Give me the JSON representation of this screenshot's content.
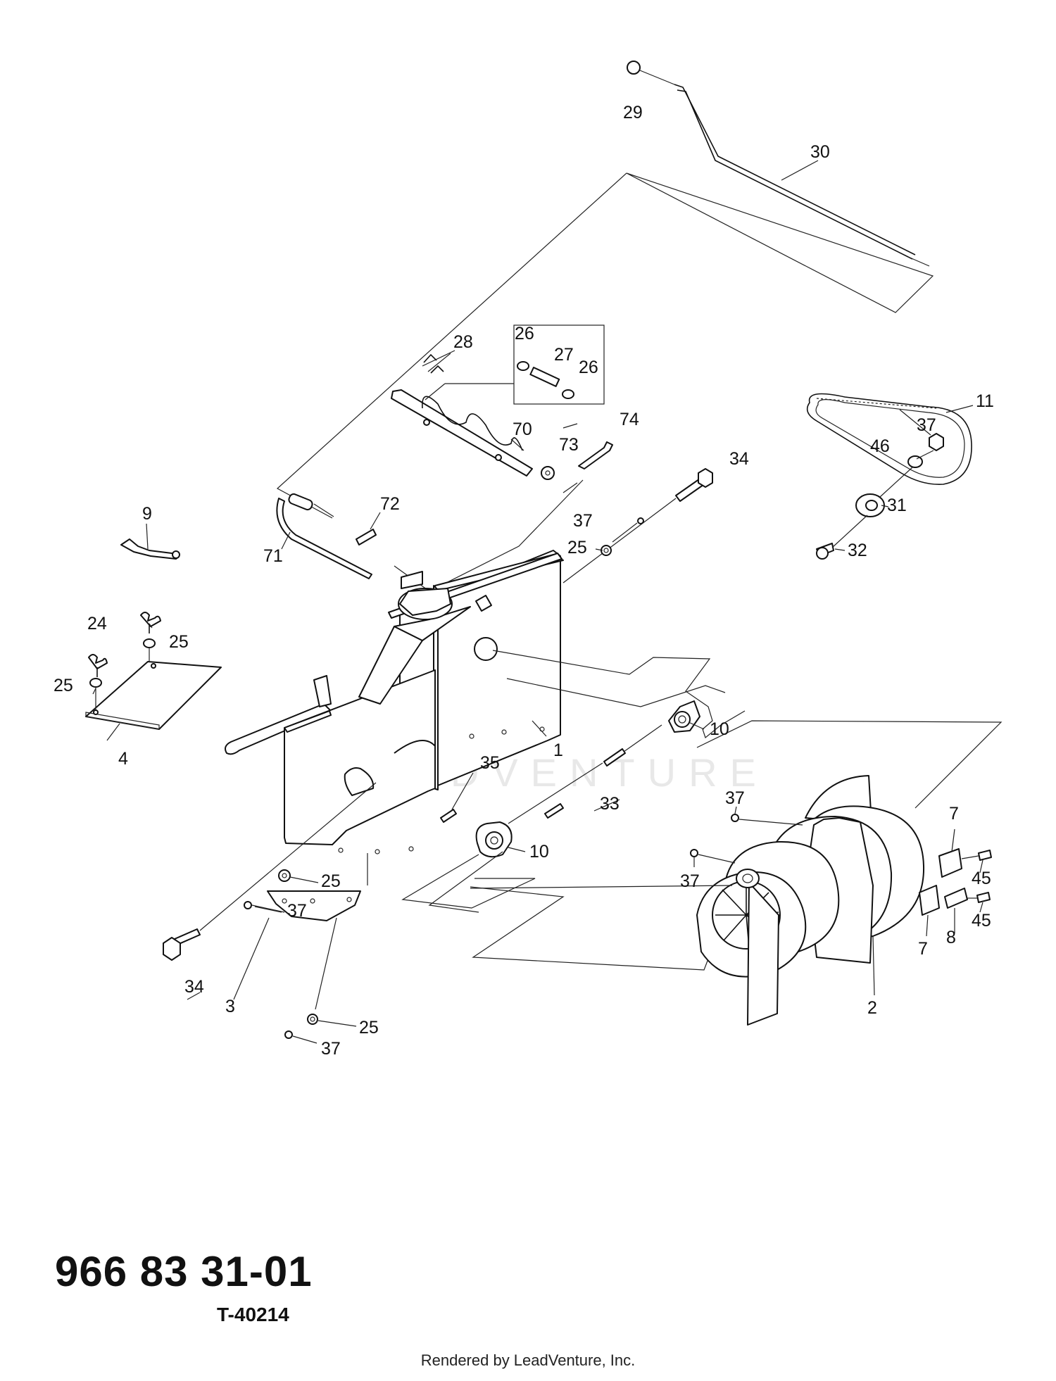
{
  "drawing": {
    "part_number": "966 83 31-01",
    "drawing_number": "T-40214",
    "footer": "Rendered by LeadVenture, Inc.",
    "watermark": "LEADVENTURE"
  },
  "callouts": [
    {
      "id": "c29",
      "label": "29"
    },
    {
      "id": "c30",
      "label": "30"
    },
    {
      "id": "c28",
      "label": "28"
    },
    {
      "id": "c26a",
      "label": "26"
    },
    {
      "id": "c27",
      "label": "27"
    },
    {
      "id": "c26b",
      "label": "26"
    },
    {
      "id": "c70",
      "label": "70"
    },
    {
      "id": "c73",
      "label": "73"
    },
    {
      "id": "c74",
      "label": "74"
    },
    {
      "id": "c11",
      "label": "11"
    },
    {
      "id": "c37a",
      "label": "37"
    },
    {
      "id": "c46",
      "label": "46"
    },
    {
      "id": "c34a",
      "label": "34"
    },
    {
      "id": "c31",
      "label": "31"
    },
    {
      "id": "c32",
      "label": "32"
    },
    {
      "id": "c9",
      "label": "9"
    },
    {
      "id": "c72",
      "label": "72"
    },
    {
      "id": "c71",
      "label": "71"
    },
    {
      "id": "c37b",
      "label": "37"
    },
    {
      "id": "c25a",
      "label": "25"
    },
    {
      "id": "c24",
      "label": "24"
    },
    {
      "id": "c25b",
      "label": "25"
    },
    {
      "id": "c25c",
      "label": "25"
    },
    {
      "id": "c4",
      "label": "4"
    },
    {
      "id": "c10a",
      "label": "10"
    },
    {
      "id": "c1",
      "label": "1"
    },
    {
      "id": "c35",
      "label": "35"
    },
    {
      "id": "c33",
      "label": "33"
    },
    {
      "id": "c37c",
      "label": "37"
    },
    {
      "id": "c7a",
      "label": "7"
    },
    {
      "id": "c10b",
      "label": "10"
    },
    {
      "id": "c37d",
      "label": "37"
    },
    {
      "id": "c45a",
      "label": "45"
    },
    {
      "id": "c25d",
      "label": "25"
    },
    {
      "id": "c37e",
      "label": "37"
    },
    {
      "id": "c45b",
      "label": "45"
    },
    {
      "id": "c7b",
      "label": "7"
    },
    {
      "id": "c8",
      "label": "8"
    },
    {
      "id": "c2",
      "label": "2"
    },
    {
      "id": "c34b",
      "label": "34"
    },
    {
      "id": "c3",
      "label": "3"
    },
    {
      "id": "c25e",
      "label": "25"
    },
    {
      "id": "c37f",
      "label": "37"
    }
  ]
}
